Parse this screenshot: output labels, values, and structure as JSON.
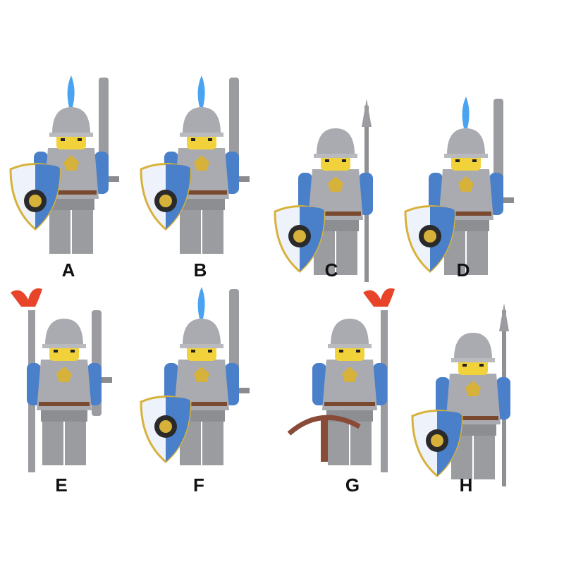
{
  "figures": [
    {
      "label": "A",
      "shield": true,
      "plume": "blue",
      "weapon": "sword"
    },
    {
      "label": "B",
      "shield": true,
      "plume": "blue",
      "weapon": "sword"
    },
    {
      "label": "C",
      "shield": true,
      "plume": "none",
      "weapon": "spear"
    },
    {
      "label": "D",
      "shield": true,
      "plume": "blue",
      "weapon": "sword"
    },
    {
      "label": "E",
      "shield": false,
      "plume": "none",
      "weapon": "torch-sword"
    },
    {
      "label": "F",
      "shield": true,
      "plume": "blue",
      "weapon": "sword"
    },
    {
      "label": "G",
      "shield": false,
      "plume": "none",
      "weapon": "crossbow-torch"
    },
    {
      "label": "H",
      "shield": true,
      "plume": "none",
      "weapon": "spear"
    }
  ],
  "colors": {
    "armor": "#a9abb0",
    "blue": "#4a7fc9",
    "gold": "#d7b23a",
    "plume_blue": "#4aa3f0",
    "flame": "#e8442a",
    "legs": "#9a9ca0",
    "face": "#f2d23a",
    "crossbow": "#8a4a38"
  }
}
